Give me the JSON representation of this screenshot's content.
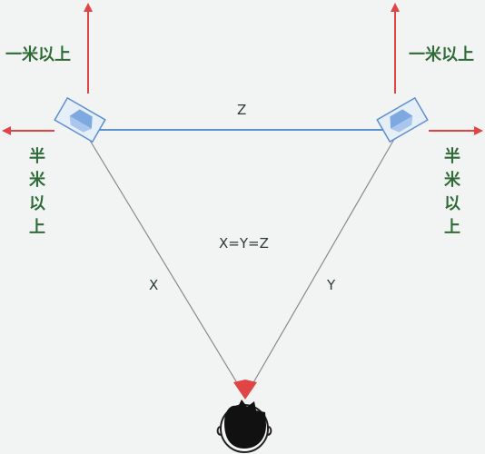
{
  "labels": {
    "top_left": "一米以上",
    "top_right": "一米以上",
    "side_left": [
      "半",
      "米",
      "以",
      "上"
    ],
    "side_right": [
      "半",
      "米",
      "以",
      "上"
    ],
    "z": "Z",
    "x": "X",
    "y": "Y",
    "equation": "X=Y=Z"
  },
  "colors": {
    "arrow_red": "#e04545",
    "label_green": "#2f6b37",
    "speaker_line": "#5b8fd0",
    "triangle_line": "#8a8a8a",
    "speaker_fill": "#e6eef8",
    "speaker_cone": "#7ea8e0",
    "head": "#111111"
  },
  "icons": {
    "speakers": "speaker-icon",
    "listener": "listener-head-icon"
  }
}
